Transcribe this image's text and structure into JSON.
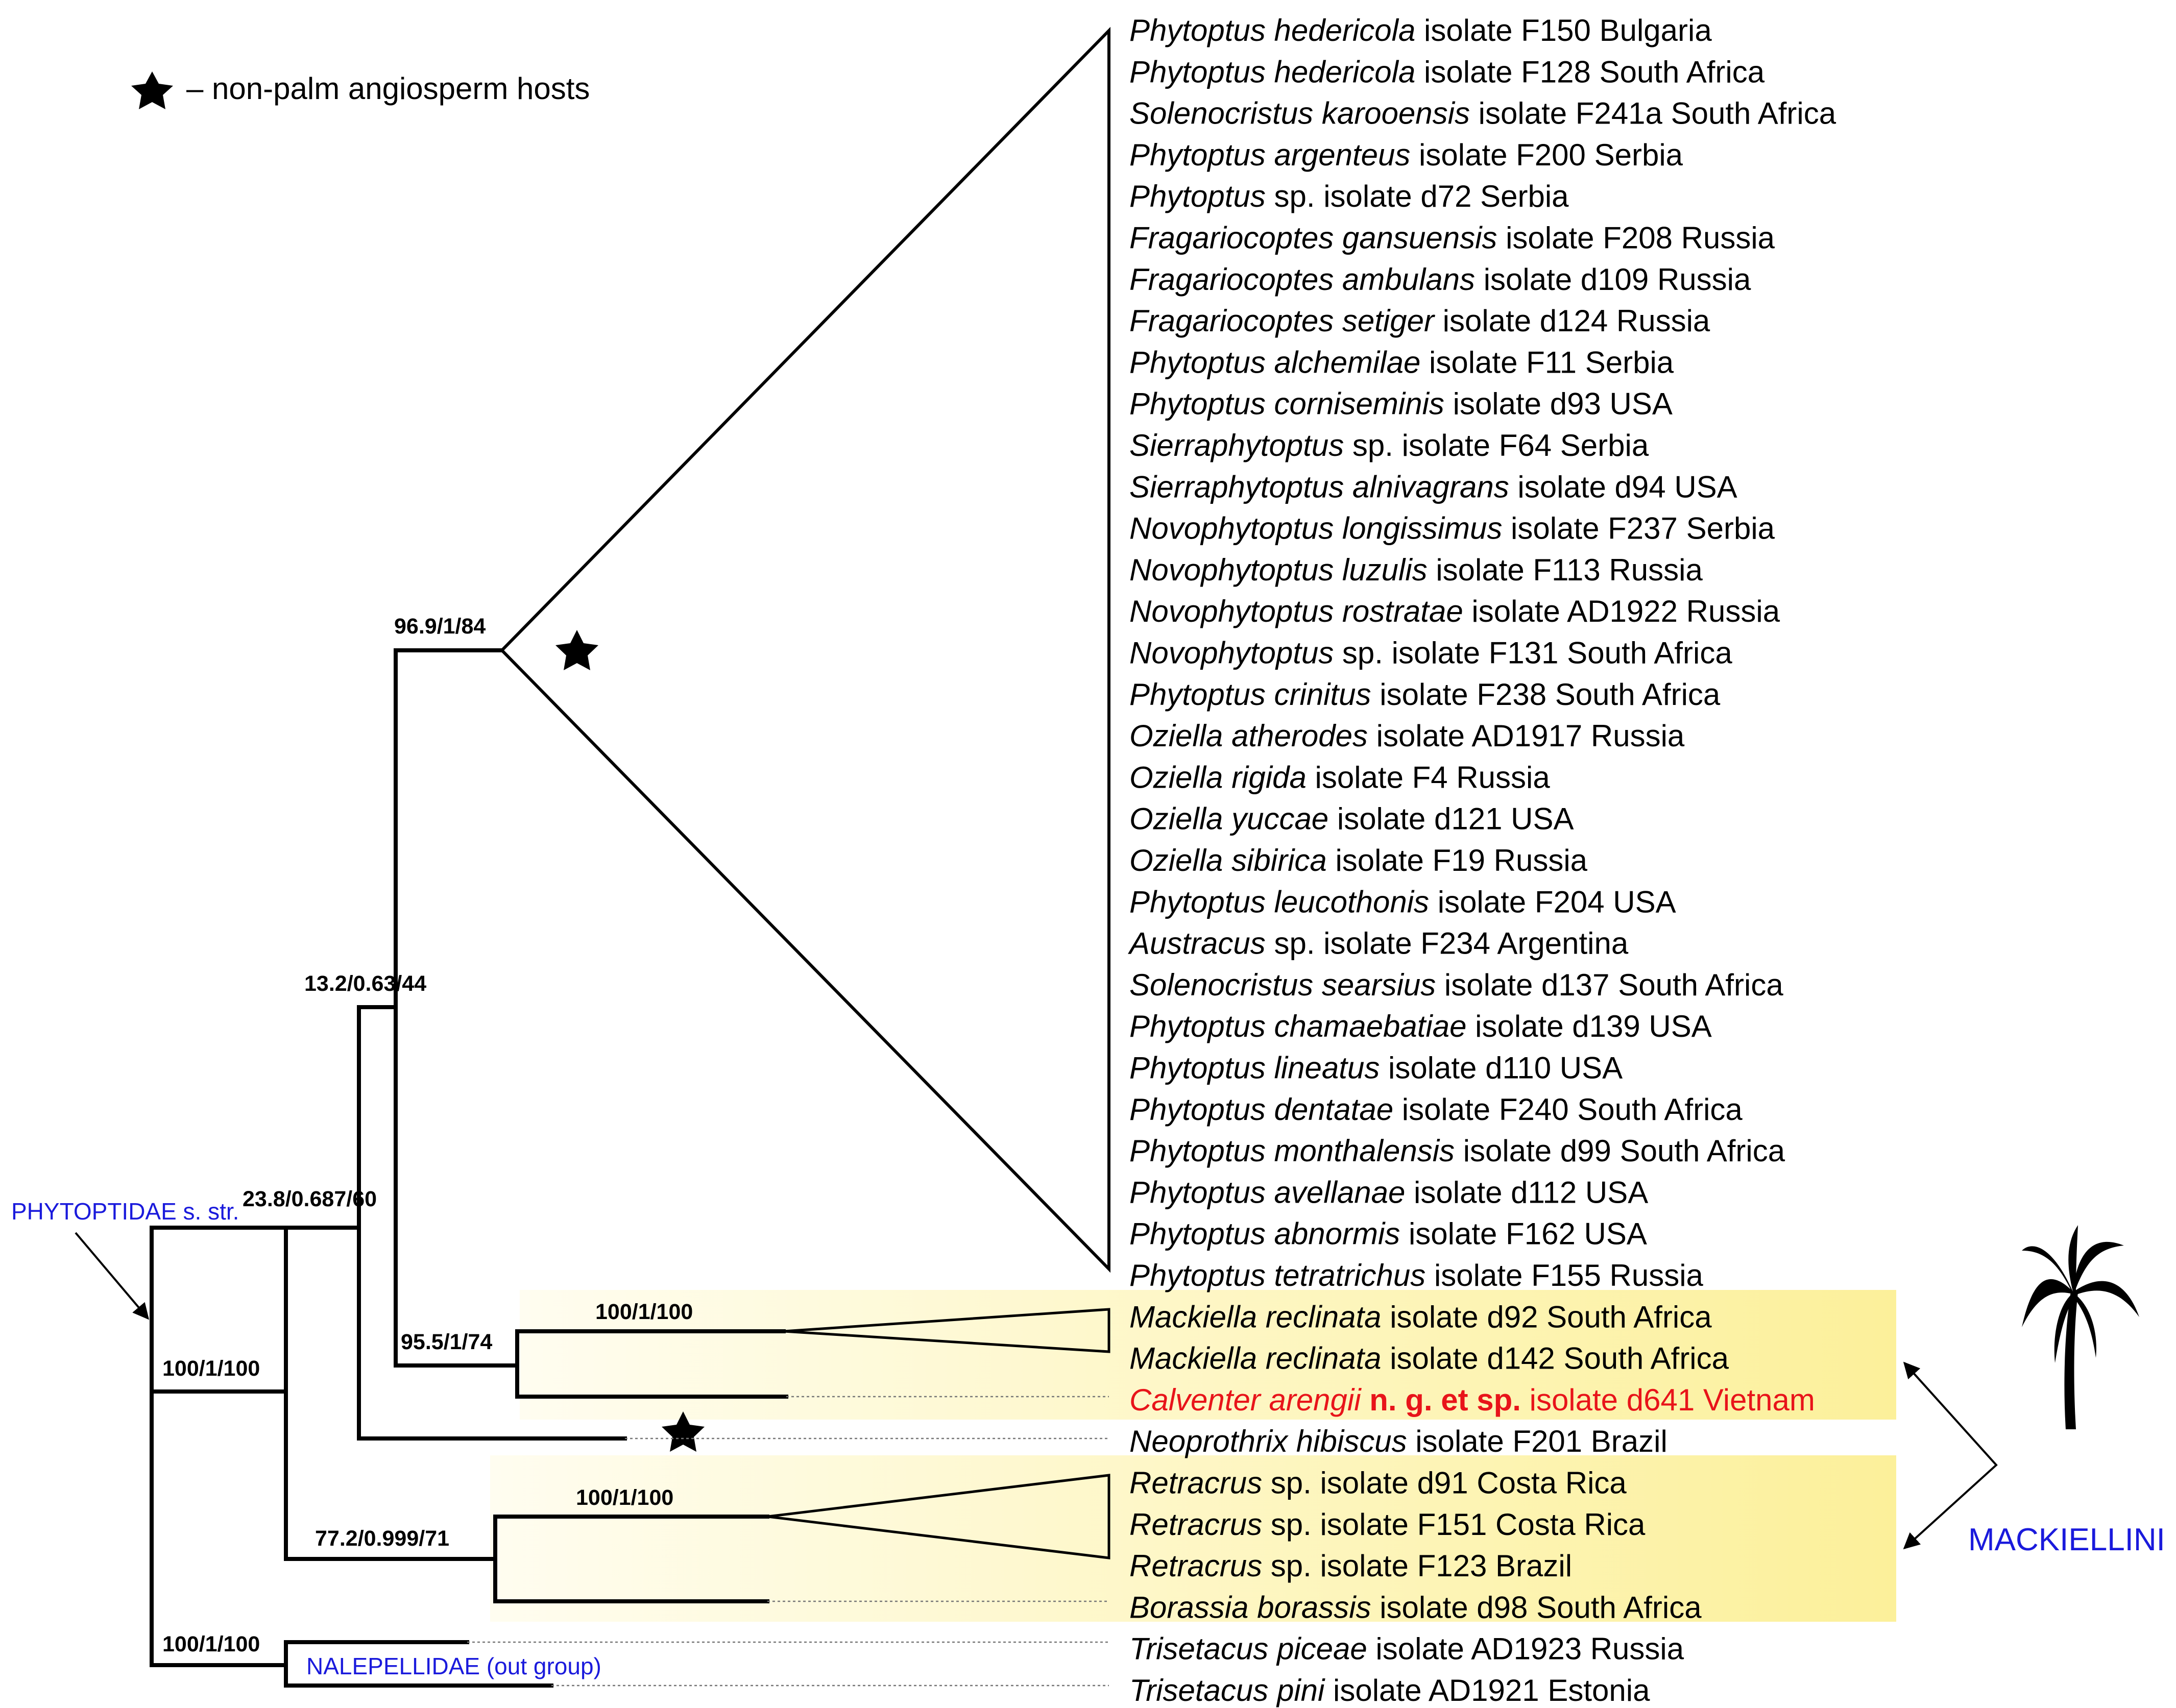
{
  "legend": {
    "text": "– non-palm angiosperm hosts",
    "icon": "star-icon"
  },
  "group_labels": {
    "phytoptidae": "PHYTOPTIDAE s. str.",
    "nalepellidae": "NALEPELLIDAE (out group)",
    "mackiellini": "MACKIELLINI"
  },
  "support_values": {
    "n1": "96.9/1/84",
    "n2": "13.2/0.63/44",
    "n3": "23.8/0.687/60",
    "n4": "95.5/1/74",
    "n5": "100/1/100",
    "n6": "100/1/100",
    "n7": "100/1/100",
    "n8": "77.2/0.999/71",
    "n9": "100/1/100"
  },
  "taxa": [
    {
      "genus": "Phytoptus hedericola",
      "rest": " isolate F150 Bulgaria"
    },
    {
      "genus": "Phytoptus hedericola",
      "rest": " isolate F128 South Africa"
    },
    {
      "genus": "Solenocristus karooensis",
      "rest": " isolate F241a South Africa"
    },
    {
      "genus": "Phytoptus argenteus",
      "rest": " isolate F200 Serbia"
    },
    {
      "genus": "Phytoptus",
      "rest": " sp. isolate d72 Serbia"
    },
    {
      "genus": "Fragariocoptes gansuensis",
      "rest": " isolate F208 Russia"
    },
    {
      "genus": "Fragariocoptes ambulans",
      "rest": " isolate d109 Russia"
    },
    {
      "genus": "Fragariocoptes setiger",
      "rest": " isolate d124 Russia"
    },
    {
      "genus": "Phytoptus alchemilae",
      "rest": " isolate F11 Serbia"
    },
    {
      "genus": "Phytoptus corniseminis",
      "rest": " isolate d93 USA"
    },
    {
      "genus": "Sierraphytoptus",
      "rest": " sp. isolate F64 Serbia"
    },
    {
      "genus": "Sierraphytoptus alnivagrans",
      "rest": " isolate d94 USA"
    },
    {
      "genus": "Novophytoptus longissimus",
      "rest": " isolate F237 Serbia"
    },
    {
      "genus": "Novophytoptus luzulis",
      "rest": " isolate F113 Russia"
    },
    {
      "genus": "Novophytoptus rostratae",
      "rest": " isolate AD1922 Russia"
    },
    {
      "genus": "Novophytoptus",
      "rest": " sp. isolate F131 South Africa"
    },
    {
      "genus": "Phytoptus crinitus",
      "rest": " isolate F238 South Africa"
    },
    {
      "genus": "Oziella atherodes",
      "rest": " isolate AD1917 Russia"
    },
    {
      "genus": "Oziella rigida",
      "rest": " isolate F4 Russia"
    },
    {
      "genus": "Oziella yuccae",
      "rest": " isolate d121 USA"
    },
    {
      "genus": "Oziella sibirica",
      "rest": " isolate F19 Russia"
    },
    {
      "genus": "Phytoptus leucothonis",
      "rest": " isolate F204 USA"
    },
    {
      "genus": "Austracus",
      "rest": " sp. isolate F234 Argentina"
    },
    {
      "genus": "Solenocristus searsius",
      "rest": " isolate d137 South Africa"
    },
    {
      "genus": "Phytoptus chamaebatiae",
      "rest": " isolate d139 USA"
    },
    {
      "genus": "Phytoptus lineatus",
      "rest": " isolate d110 USA"
    },
    {
      "genus": "Phytoptus dentatae",
      "rest": " isolate F240 South Africa"
    },
    {
      "genus": "Phytoptus monthalensis",
      "rest": " isolate d99 South Africa"
    },
    {
      "genus": "Phytoptus avellanae",
      "rest": " isolate d112 USA"
    },
    {
      "genus": "Phytoptus abnormis",
      "rest": " isolate F162 USA"
    },
    {
      "genus": "Phytoptus tetratrichus",
      "rest": " isolate F155 Russia"
    },
    {
      "genus": "Mackiella reclinata",
      "rest": " isolate d92 South Africa"
    },
    {
      "genus": "Mackiella reclinata",
      "rest": " isolate d142 South Africa"
    },
    {
      "genus": "Calventer arengii",
      "bold": " n. g. et sp.",
      "rest": " isolate d641 Vietnam",
      "highlight": "red"
    },
    {
      "genus": "Neoprothrix hibiscus",
      "rest": " isolate F201 Brazil"
    },
    {
      "genus": "Retracrus",
      "rest": " sp. isolate d91 Costa Rica"
    },
    {
      "genus": "Retracrus",
      "rest": " sp. isolate F151 Costa Rica"
    },
    {
      "genus": "Retracrus",
      "rest": " sp. isolate F123 Brazil"
    },
    {
      "genus": "Borassia borassis",
      "rest": " isolate d98 South Africa"
    },
    {
      "genus": "Trisetacus piceae",
      "rest": " isolate AD1923 Russia"
    },
    {
      "genus": "Trisetacus pini",
      "rest": " isolate AD1921 Estonia"
    }
  ],
  "colors": {
    "highlight_box": "#fdf3b0",
    "red": "#e8141a",
    "blue": "#1a1adc"
  }
}
